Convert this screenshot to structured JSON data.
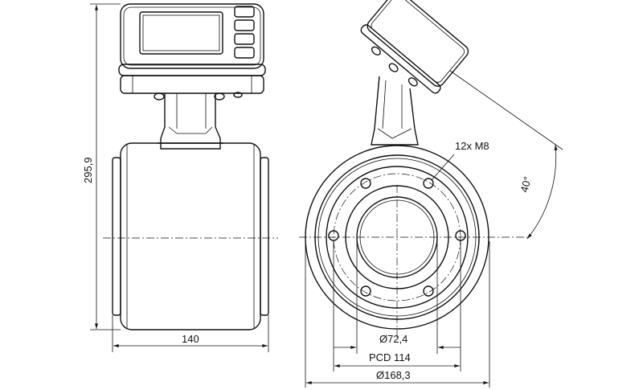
{
  "dimensions": {
    "height": "295,9",
    "length": "140",
    "bolts": "12x M8",
    "angle": "40°",
    "bore": "Ø72,4",
    "pcd": "PCD 114",
    "outer": "Ø168,3"
  },
  "colors": {
    "line": "#111111",
    "background": "#ffffff"
  }
}
